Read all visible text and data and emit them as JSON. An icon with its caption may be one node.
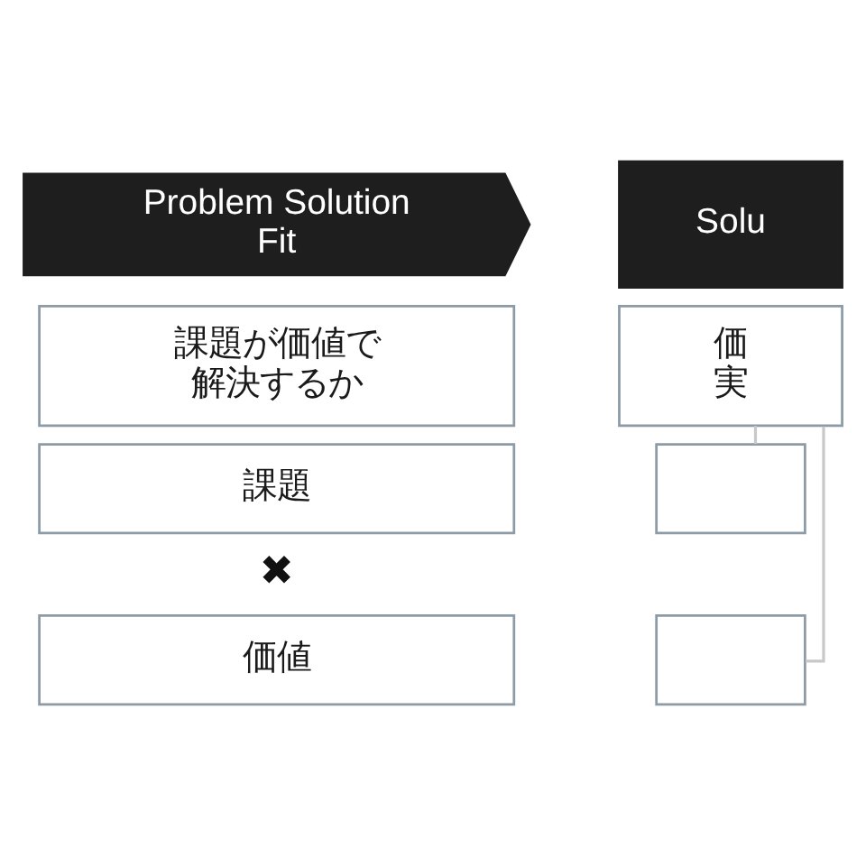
{
  "diagram": {
    "nodes": [
      {
        "text": [
          "Problem Solution Fit"
        ]
      },
      {
        "text": [
          "課題が価値で解決するか"
        ]
      },
      {
        "text": [
          "課題"
        ]
      },
      {
        "text": [
          "価値"
        ]
      },
      {
        "text": [
          "Solu"
        ]
      },
      {
        "text": [
          "価",
          "実"
        ]
      },
      {
        "text": [],
        "shape": "box"
      },
      {
        "text": [],
        "shape": "box"
      }
    ],
    "edges": [
      {
        "from": 5,
        "to": 6,
        "arrow": "none"
      },
      {
        "from": 5,
        "to": 7,
        "arrow": "none"
      }
    ],
    "labels": [
      "✖"
    ]
  }
}
